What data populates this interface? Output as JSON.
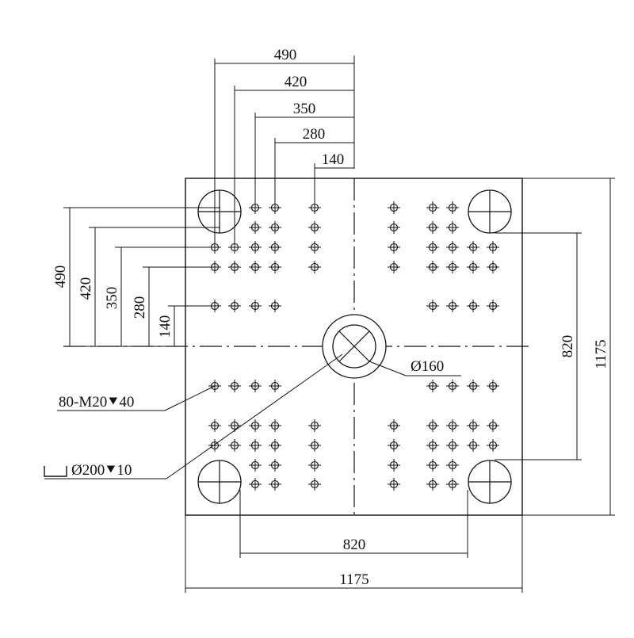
{
  "drawing": {
    "top_dimensions": [
      "490",
      "420",
      "350",
      "280",
      "140"
    ],
    "left_dimensions": [
      "490",
      "420",
      "350",
      "280",
      "140"
    ],
    "bottom_tie_bar_distance": "820",
    "bottom_overall_width": "1175",
    "right_tie_bar_distance": "820",
    "right_overall_height": "1175",
    "center_hole_label": "Ø160",
    "threaded_holes_label": "80-M20⯆40",
    "counterbore_label": "Ø200⯆10"
  }
}
